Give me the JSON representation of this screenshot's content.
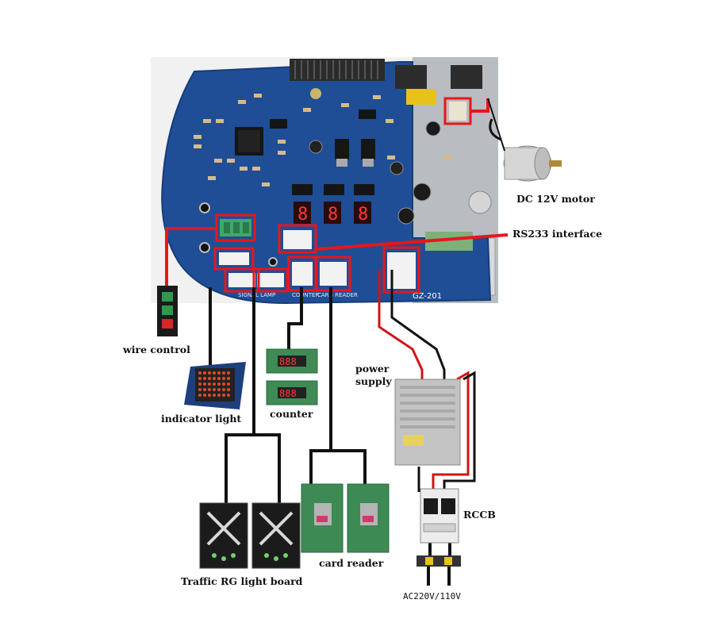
{
  "labels": {
    "motor": "DC 12V motor",
    "rs233": "RS233 interface",
    "wire_control": "wire control",
    "indicator": "indicator light",
    "counter": "counter",
    "power_supply_line1": "power",
    "power_supply_line2": "supply",
    "rccb": "RCCB",
    "card_reader": "card reader",
    "traffic_board": "Traffic RG light board",
    "ac_input": "AC220V/110V"
  },
  "board": {
    "model": "GZ-201",
    "silk_signal_lamp": "SIGNAL LAMP",
    "silk_counter": "COUNTER",
    "silk_card_reader": "CARD READER"
  },
  "colors": {
    "pcb": "#1f4e96",
    "highlight": "#e8161b",
    "wire_black": "#111111",
    "wire_red": "#d21414",
    "module_green": "#3f8a55"
  }
}
